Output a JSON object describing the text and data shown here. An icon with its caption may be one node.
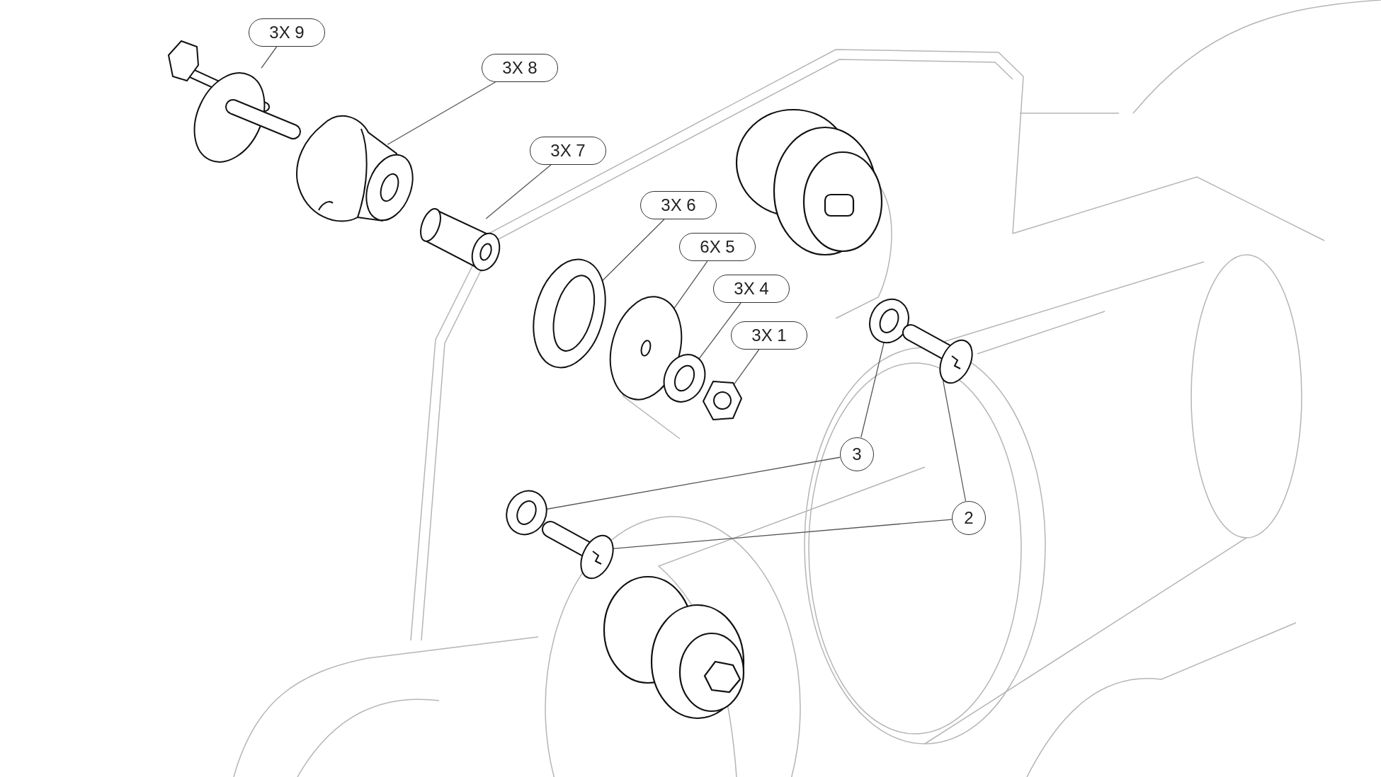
{
  "diagram": {
    "nodes": [
      {
        "text": [
          "3X 9"
        ]
      },
      {
        "text": [
          "3X 8"
        ]
      },
      {
        "text": [
          "3X 7"
        ]
      },
      {
        "text": [
          "3X 6"
        ]
      },
      {
        "text": [
          "6X 5"
        ]
      },
      {
        "text": [
          "3X 4"
        ]
      },
      {
        "text": [
          "3X 1"
        ]
      },
      {
        "text": [
          "3"
        ]
      },
      {
        "text": [
          "2"
        ]
      },
      {
        "text": [],
        "shape": "picture"
      },
      {
        "text": [],
        "shape": "picture"
      },
      {
        "text": [],
        "shape": "picture"
      },
      {
        "text": [],
        "shape": "picture"
      },
      {
        "text": [],
        "shape": "picture"
      },
      {
        "text": [],
        "shape": "picture"
      },
      {
        "text": [],
        "shape": "picture"
      },
      {
        "text": [],
        "shape": "picture"
      },
      {
        "text": [],
        "shape": "picture"
      },
      {
        "text": [],
        "shape": "picture"
      },
      {
        "text": [],
        "shape": "picture"
      }
    ],
    "edges": [
      {
        "from": 0,
        "to": 9,
        "arrow": "none"
      },
      {
        "from": 1,
        "to": 10,
        "arrow": "none"
      },
      {
        "from": 2,
        "to": 11,
        "arrow": "none"
      },
      {
        "from": 3,
        "to": 12,
        "arrow": "none"
      },
      {
        "from": 4,
        "to": 13,
        "arrow": "none"
      },
      {
        "from": 5,
        "to": 14,
        "arrow": "none"
      },
      {
        "from": 6,
        "to": 15,
        "arrow": "none"
      },
      {
        "from": 7,
        "to": 16,
        "arrow": "none"
      },
      {
        "from": 7,
        "to": 17,
        "arrow": "none"
      },
      {
        "from": 8,
        "to": 18,
        "arrow": "none"
      },
      {
        "from": 8,
        "to": 19,
        "arrow": "none"
      }
    ]
  }
}
